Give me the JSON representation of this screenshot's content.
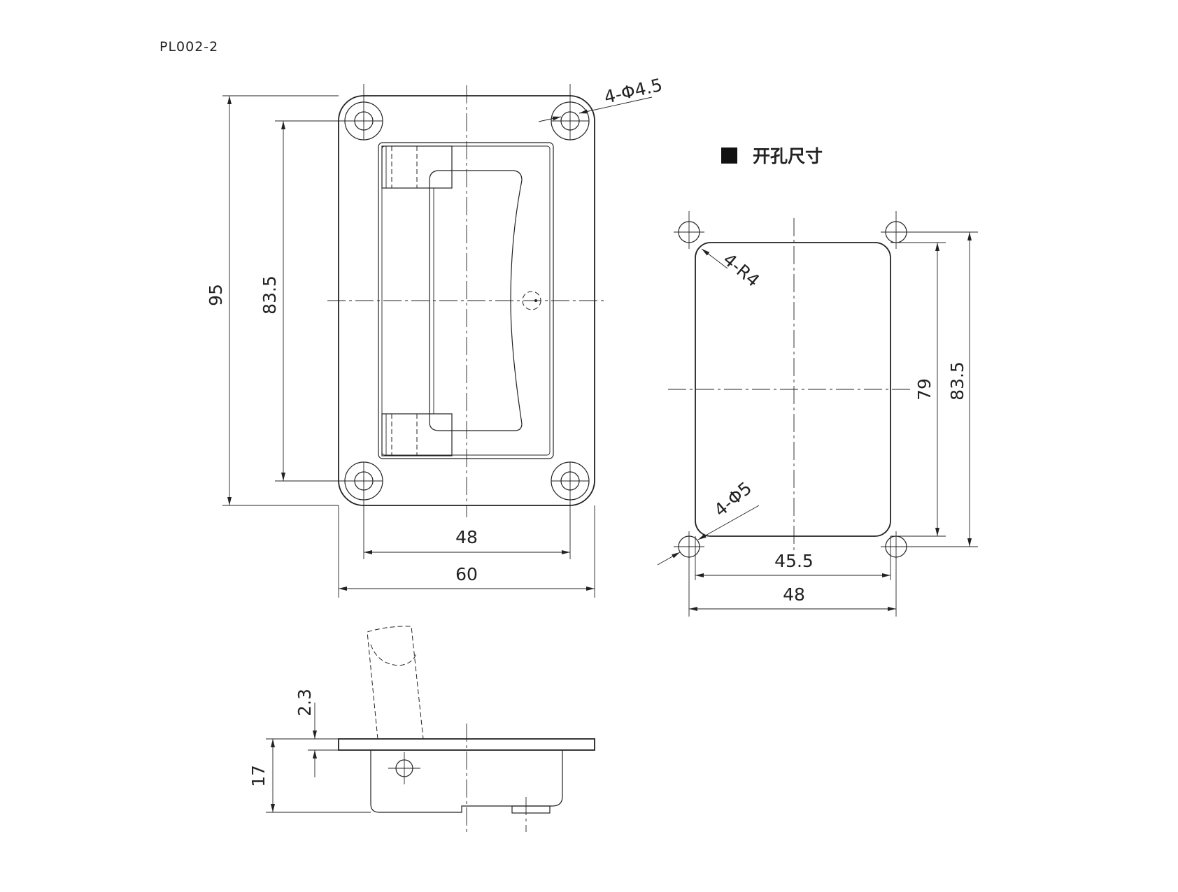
{
  "drawing_code": "PL002-2",
  "cutout_section": {
    "title": "开孔尺寸",
    "marker_color": "#111111"
  },
  "front_view": {
    "dim_overall_height": "95",
    "dim_hole_spacing_vertical": "83.5",
    "dim_hole_spacing_horizontal": "48",
    "dim_overall_width": "60",
    "note_holes": "4-Φ4.5"
  },
  "cutout_view": {
    "note_corner_radius": "4-R4",
    "note_holes": "4-Φ5",
    "dim_opening_height": "79",
    "dim_hole_spacing_vertical": "83.5",
    "dim_opening_width": "45.5",
    "dim_hole_spacing_horizontal": "48"
  },
  "side_view": {
    "dim_plate_thickness": "2.3",
    "dim_depth": "17"
  },
  "colors": {
    "line": "#222222",
    "background": "#ffffff"
  }
}
